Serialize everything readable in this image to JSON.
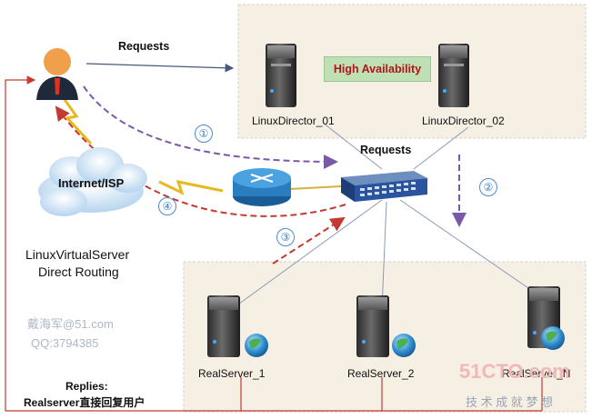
{
  "diagram": {
    "title_lines": [
      "LinuxVirtualServer",
      "Direct Routing"
    ],
    "ha_label": "High Availability",
    "director_1_label": "LinuxDirector_01",
    "director_2_label": "LinuxDirector_02",
    "requests_top": "Requests",
    "requests_switch": "Requests",
    "internet_label": "Internet/ISP",
    "realserver_1_label": "RealServer_1",
    "realserver_2_label": "RealServer_2",
    "realserver_n_label": "RealServer_N",
    "replies_line1": "Replies:",
    "replies_line2": "Realserver直接回复用户",
    "step_1": "①",
    "step_2": "②",
    "step_3": "③",
    "step_4": "④"
  },
  "watermark": {
    "author": "戴海军@51.com",
    "qq": "QQ:3794385",
    "site_logo": "51CTO.com",
    "site_slogan": "技 术 成 就 梦 想"
  },
  "colors": {
    "request_arrow": "#7a5aa8",
    "reply_arrow": "#c43a30",
    "ha_box": "#bfe0b4",
    "ha_text": "#b3141b",
    "zone_fill": "#f6efe4",
    "badge": "#3a7ac6"
  }
}
